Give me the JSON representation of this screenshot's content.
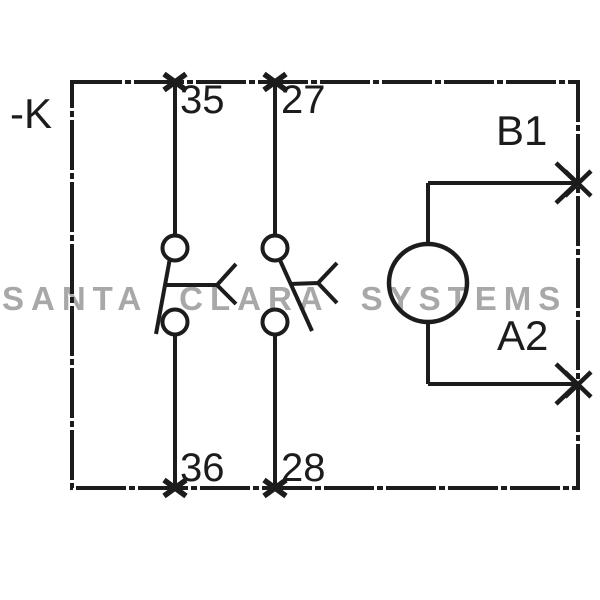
{
  "diagram": {
    "device_label": "-K",
    "contacts": [
      {
        "top_terminal": "35",
        "bottom_terminal": "36"
      },
      {
        "top_terminal": "27",
        "bottom_terminal": "28"
      }
    ],
    "coil": {
      "top_terminal": "B1",
      "bottom_terminal": "A2"
    }
  },
  "watermark": {
    "text": "SANTA CLARA SYSTEMS",
    "color": "#a8a8a8"
  },
  "colors": {
    "line": "#1c1c1c",
    "background": "#ffffff"
  }
}
